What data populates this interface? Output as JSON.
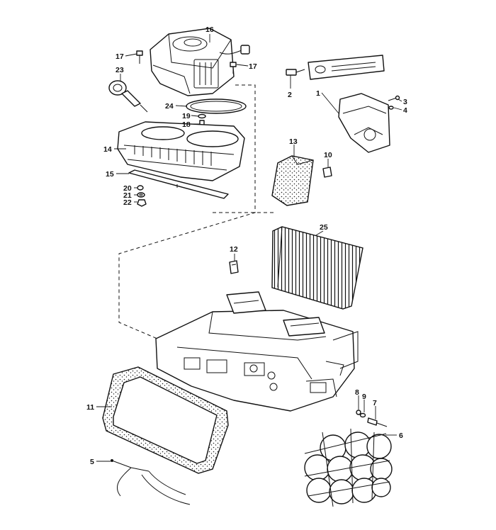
{
  "callouts": [
    {
      "id": "16",
      "text": "16"
    },
    {
      "id": "17a",
      "text": "17"
    },
    {
      "id": "17b",
      "text": "17"
    },
    {
      "id": "23",
      "text": "23"
    },
    {
      "id": "24",
      "text": "24"
    },
    {
      "id": "19",
      "text": "19"
    },
    {
      "id": "18",
      "text": "18"
    },
    {
      "id": "14",
      "text": "14"
    },
    {
      "id": "15",
      "text": "15"
    },
    {
      "id": "20",
      "text": "20"
    },
    {
      "id": "21",
      "text": "21"
    },
    {
      "id": "22",
      "text": "22"
    },
    {
      "id": "2",
      "text": "2"
    },
    {
      "id": "1",
      "text": "1"
    },
    {
      "id": "3",
      "text": "3"
    },
    {
      "id": "4",
      "text": "4"
    },
    {
      "id": "13",
      "text": "13"
    },
    {
      "id": "10",
      "text": "10"
    },
    {
      "id": "25",
      "text": "25"
    },
    {
      "id": "12",
      "text": "12"
    },
    {
      "id": "11",
      "text": "11"
    },
    {
      "id": "8",
      "text": "8"
    },
    {
      "id": "9",
      "text": "9"
    },
    {
      "id": "7",
      "text": "7"
    },
    {
      "id": "6",
      "text": "6"
    },
    {
      "id": "5",
      "text": "5"
    }
  ]
}
